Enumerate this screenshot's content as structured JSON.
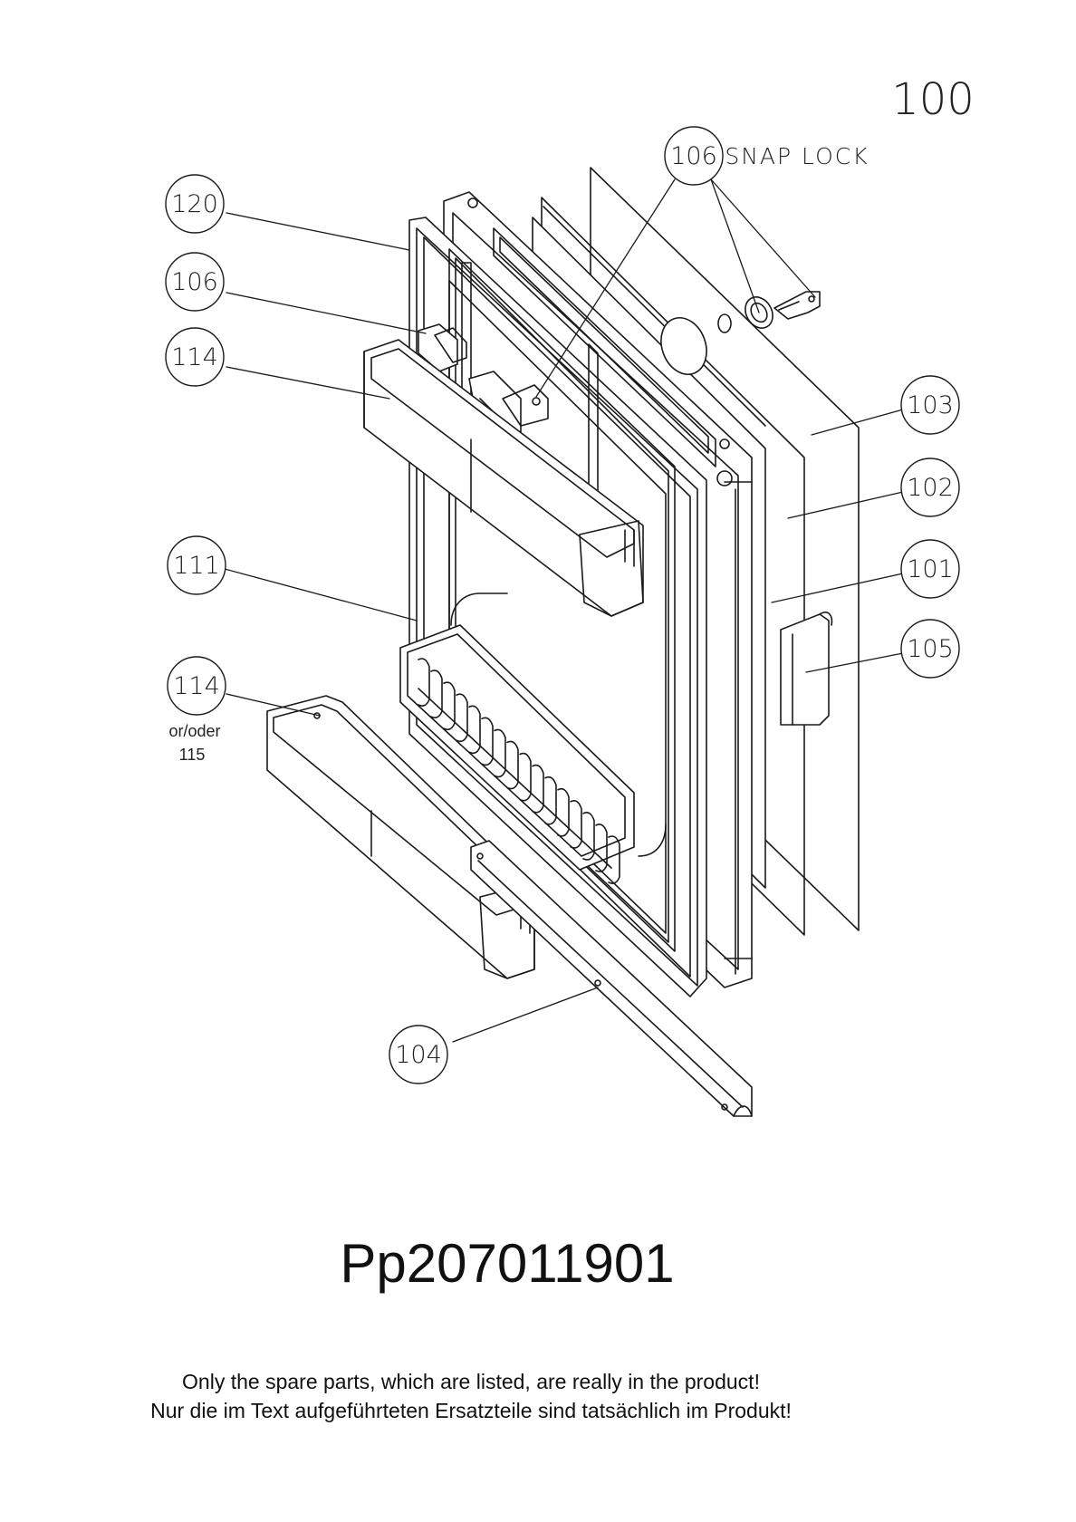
{
  "sheet_number": "100",
  "snap_lock_label": "SNAP LOCK",
  "callouts": {
    "c120": "120",
    "c106_top": "106",
    "c106_left": "106",
    "c114_top": "114",
    "c111": "111",
    "c114_bottom": "114",
    "alt_text_1": "or/oder",
    "alt_text_2": "115",
    "c104": "104",
    "c103": "103",
    "c102": "102",
    "c101": "101",
    "c105": "105"
  },
  "drawing_number": "Pp207011901",
  "note_en": "Only the spare parts, which are listed, are really in the product!",
  "note_de": "Nur die im Text aufgeführteten Ersatzteile sind tatsächlich im Produkt!",
  "line_color": "#1a1a1a"
}
